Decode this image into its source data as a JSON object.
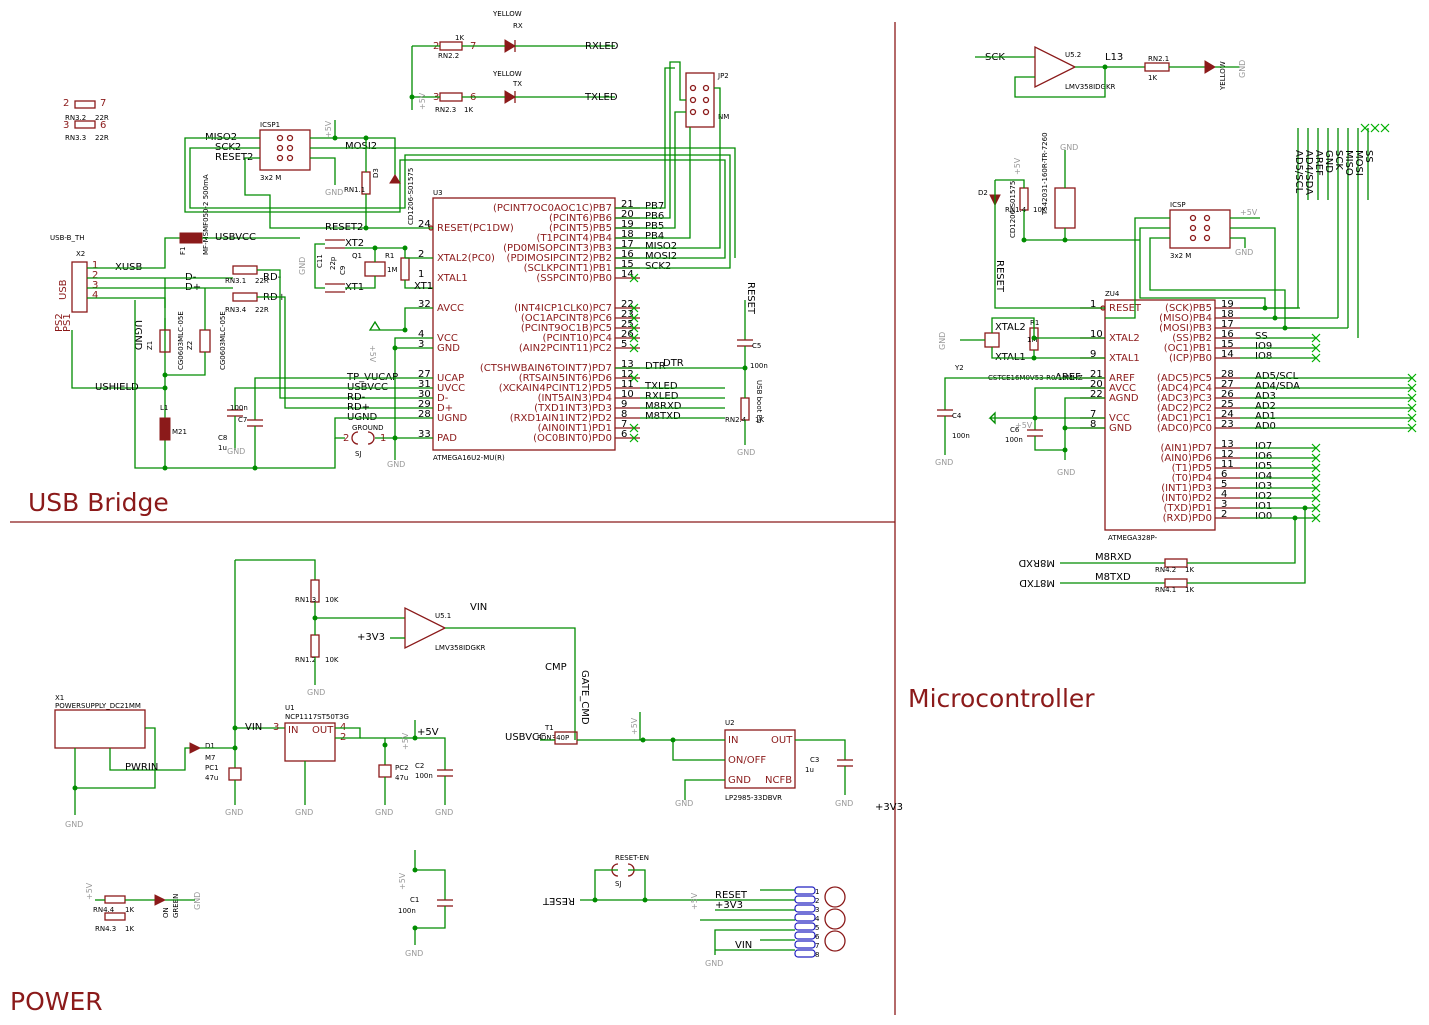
{
  "sections": {
    "usb_bridge": "USB Bridge",
    "power": "POWER",
    "microcontroller": "Microcontroller"
  },
  "u3": {
    "ref": "U3",
    "part": "ATMEGA16U2-MU(R)",
    "left_pins": [
      {
        "num": "24",
        "name": "RESET(PC1DW)"
      },
      {
        "num": "2",
        "name": "XTAL2(PC0)"
      },
      {
        "num": "1",
        "name": "XTAL1"
      },
      {
        "num": "32",
        "name": "AVCC"
      },
      {
        "num": "4",
        "name": "VCC"
      },
      {
        "num": "3",
        "name": "GND"
      },
      {
        "num": "27",
        "name": "UCAP"
      },
      {
        "num": "31",
        "name": "UVCC"
      },
      {
        "num": "30",
        "name": "D-"
      },
      {
        "num": "29",
        "name": "D+"
      },
      {
        "num": "28",
        "name": "UGND"
      },
      {
        "num": "33",
        "name": "PAD"
      }
    ],
    "right_pins": [
      {
        "num": "21",
        "name": "(PCINT7OC0AOC1C)PB7",
        "net": "PB7"
      },
      {
        "num": "20",
        "name": "(PCINT6)PB6",
        "net": "PB6"
      },
      {
        "num": "19",
        "name": "(PCINT5)PB5",
        "net": "PB5"
      },
      {
        "num": "18",
        "name": "(T1PCINT4)PB4",
        "net": "PB4"
      },
      {
        "num": "17",
        "name": "(PD0MISOPCINT3)PB3",
        "net": "MISO2"
      },
      {
        "num": "16",
        "name": "(PDIMOSIPCINT2)PB2",
        "net": "MOSI2"
      },
      {
        "num": "15",
        "name": "(SCLKPCINT1)PB1",
        "net": "SCK2"
      },
      {
        "num": "14",
        "name": "(SSPCINT0)PB0",
        "net": ""
      },
      {
        "num": "22",
        "name": "(INT4ICP1CLK0)PC7",
        "net": ""
      },
      {
        "num": "23",
        "name": "(OC1APCINT8)PC6",
        "net": ""
      },
      {
        "num": "25",
        "name": "(PCINT9OC1B)PC5",
        "net": ""
      },
      {
        "num": "26",
        "name": "(PCINT10)PC4",
        "net": ""
      },
      {
        "num": "5",
        "name": "(AIN2PCINT11)PC2",
        "net": ""
      },
      {
        "num": "13",
        "name": "(CTSHWBAIN6TOINT7)PD7",
        "net": "DTR"
      },
      {
        "num": "12",
        "name": "(RTSAIN5INT6)PD6",
        "net": ""
      },
      {
        "num": "11",
        "name": "(XCKAIN4PCINT12)PD5",
        "net": "TXLED"
      },
      {
        "num": "10",
        "name": "(INT5AIN3)PD4",
        "net": "RXLED"
      },
      {
        "num": "9",
        "name": "(TXD1INT3)PD3",
        "net": "M8RXD"
      },
      {
        "num": "8",
        "name": "(RXD1AIN1INT2)PD2",
        "net": "M8TXD"
      },
      {
        "num": "7",
        "name": "(AIN0INT1)PD1",
        "net": ""
      },
      {
        "num": "6",
        "name": "(OC0BINT0)PD0",
        "net": ""
      }
    ]
  },
  "zu4": {
    "ref": "ZU4",
    "part": "ATMEGA328P-",
    "left_pins": [
      {
        "num": "1",
        "name": "RESET"
      },
      {
        "num": "10",
        "name": "XTAL2"
      },
      {
        "num": "9",
        "name": "XTAL1"
      },
      {
        "num": "21",
        "name": "AREF"
      },
      {
        "num": "20",
        "name": "AVCC"
      },
      {
        "num": "22",
        "name": "AGND"
      },
      {
        "num": "7",
        "name": "VCC"
      },
      {
        "num": "8",
        "name": "GND"
      }
    ],
    "right_pins": [
      {
        "num": "19",
        "name": "(SCK)PB5",
        "net": ""
      },
      {
        "num": "18",
        "name": "(MISO)PB4",
        "net": ""
      },
      {
        "num": "17",
        "name": "(MOSI)PB3",
        "net": ""
      },
      {
        "num": "16",
        "name": "(SS)PB2",
        "net": "SS"
      },
      {
        "num": "15",
        "name": "(OC1)PB1",
        "net": "IO9"
      },
      {
        "num": "14",
        "name": "(ICP)PB0",
        "net": "IO8"
      },
      {
        "num": "28",
        "name": "(ADC5)PC5",
        "net": "AD5/SCL"
      },
      {
        "num": "27",
        "name": "(ADC4)PC4",
        "net": "AD4/SDA"
      },
      {
        "num": "26",
        "name": "(ADC3)PC3",
        "net": "AD3"
      },
      {
        "num": "25",
        "name": "(ADC2)PC2",
        "net": "AD2"
      },
      {
        "num": "24",
        "name": "(ADC1)PC1",
        "net": "AD1"
      },
      {
        "num": "23",
        "name": "(ADC0)PC0",
        "net": "AD0"
      },
      {
        "num": "13",
        "name": "(AIN1)PD7",
        "net": "IO7"
      },
      {
        "num": "12",
        "name": "(AIN0)PD6",
        "net": "IO6"
      },
      {
        "num": "11",
        "name": "(T1)PD5",
        "net": "IO5"
      },
      {
        "num": "6",
        "name": "(T0)PD4",
        "net": "IO4"
      },
      {
        "num": "5",
        "name": "(INT1)PD3",
        "net": "IO3"
      },
      {
        "num": "4",
        "name": "(INT0)PD2",
        "net": "IO2"
      },
      {
        "num": "3",
        "name": "(TXD)PD1",
        "net": "IO1"
      },
      {
        "num": "2",
        "name": "(RXD)PD0",
        "net": "IO0"
      }
    ]
  },
  "top_bus_labels": [
    "AD5/SCL",
    "AD4/SDA",
    "AREF",
    "GND",
    "SCK",
    "MISO",
    "MOSI",
    "SS"
  ],
  "labels": {
    "yellow": "YELLOW",
    "rx": "RX",
    "tx": "TX",
    "rxled": "RXLED",
    "txled": "TXLED",
    "rn22": "RN2.2",
    "rn23": "RN2.3",
    "k1": "1K",
    "jp2": "JP2",
    "nm": "NM",
    "icsp1": "ICSP1",
    "miso2": "MISO2",
    "sck2": "SCK2",
    "reset2": "RESET2",
    "mosi2": "MOSI2",
    "m3x2": "3x2 M",
    "rn32": "RN3.2",
    "rn33": "RN3.3",
    "r22": "22R",
    "usbb": "USB-B_TH",
    "x2": "X2",
    "usb": "USB",
    "xusb": "XUSB",
    "dminus": "D-",
    "dplus": "D+",
    "rdminus": "RD-",
    "rdplus": "RD+",
    "rn31": "RN3.1",
    "rn34": "RN3.4",
    "ps1": "PS1",
    "ps2": "PS2",
    "ugnd": "UGND",
    "ushield": "USHIELD",
    "z1": "Z1",
    "z2": "Z2",
    "cg": "CG0603MLC-05E",
    "l1": "L1",
    "m21": "M21",
    "f1": "F1",
    "mf": "MF-MSMF050-2 500mA",
    "usbvcc": "USBVCC",
    "rn11": "RN1.1",
    "d3": "D3",
    "cd": "CD1206-S01575",
    "xt2": "XT2",
    "xt1": "XT1",
    "q1": "Q1",
    "r1": "R1",
    "m1": "1M",
    "c9": "C9",
    "c11": "C11",
    "p22": "22p",
    "tp_vucap": "TP_VUCAP",
    "usbvcc2": "USBVCC",
    "rdm": "RD-",
    "rdp": "RD+",
    "ugnd2": "UGND",
    "c7": "C7",
    "c8": "C8",
    "n100": "100n",
    "u1": "1u",
    "ground": "GROUND",
    "sj": "SJ",
    "gnd": "GND",
    "reset": "RESET",
    "c5": "C5",
    "rn24": "RN2.4",
    "usbboot": "USB boot En",
    "dtr": "DTR",
    "sck": "SCK",
    "u52": "U5.2",
    "l13": "L13",
    "rn21": "RN2.1",
    "lmv": "LMV358IDGKR",
    "ts": "TS42031-160R-TR-7260",
    "d2": "D2",
    "rn14": "RN1.4",
    "k10": "10K",
    "icsp": "ICSP",
    "p5v": "+5V",
    "xtal2": "XTAL2",
    "xtal1": "XTAL1",
    "y2": "Y2",
    "cstce": "CSTCE16M0V53-R0 16MHZ",
    "aref": "AREF",
    "c4": "C4",
    "c6": "C6",
    "m8rxd": "M8RXD",
    "m8txd": "M8TXD",
    "rn42": "RN4.2",
    "rn41": "RN4.1",
    "rn13": "RN1.3",
    "rn12": "RN1.2",
    "u51": "U5.1",
    "vin": "VIN",
    "p3v3": "+3V3",
    "cmp": "CMP",
    "gate_cmd": "GATE_CMD",
    "x1": "X1",
    "powersupply": "POWERSUPPLY_DC21MM",
    "d1": "D1",
    "m7": "M7",
    "pwrin": "PWRIN",
    "pc1": "PC1",
    "u47": "47u",
    "u1ref": "U1",
    "ncp": "NCP1117ST50T3G",
    "in": "IN",
    "out": "OUT",
    "pc2": "PC2",
    "c2": "C2",
    "t1": "T1",
    "usbvcc3": "USBVCC",
    "fdn": "FDN340P",
    "u2": "U2",
    "on_off": "ON/OFF",
    "ncfb": "NCFB",
    "lp": "LP2985-33DBVR",
    "c3": "C3",
    "green": "GREEN",
    "on": "ON",
    "rn44": "RN4.4",
    "rn43": "RN4.3",
    "c1": "C1",
    "reset_en": "RESET-EN"
  }
}
